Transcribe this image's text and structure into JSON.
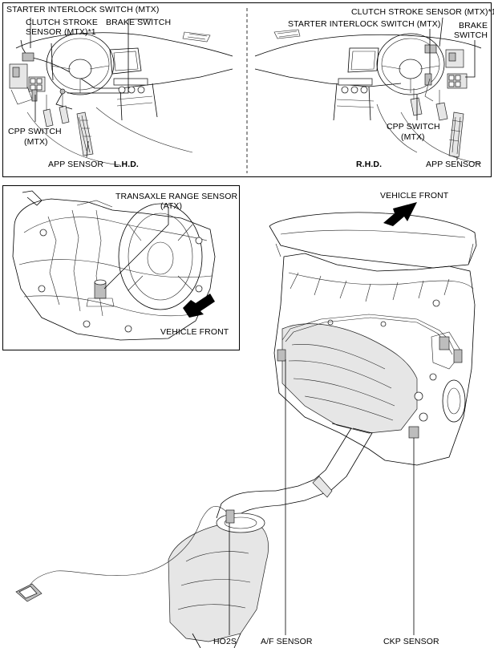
{
  "top_panel": {
    "lhd": {
      "starter_interlock": "STARTER INTERLOCK SWITCH (MTX)",
      "clutch_stroke_line1": "CLUTCH STROKE",
      "clutch_stroke_line2": "SENSOR (MTX)*1",
      "brake_switch": "BRAKE SWITCH",
      "cpp_line1": "CPP SWITCH",
      "cpp_line2": "(MTX)",
      "app_sensor": "APP SENSOR",
      "side_label": "L.H.D."
    },
    "rhd": {
      "clutch_stroke": "CLUTCH STROKE SENSOR (MTX)*1",
      "starter_interlock": "STARTER INTERLOCK SWITCH (MTX)",
      "brake_line1": "BRAKE",
      "brake_line2": "SWITCH",
      "cpp_line1": "CPP SWITCH",
      "cpp_line2": "(MTX)",
      "app_sensor": "APP SENSOR",
      "side_label": "R.H.D."
    }
  },
  "inset_panel": {
    "transaxle_line1": "TRANSAXLE RANGE SENSOR",
    "transaxle_line2": "(ATX)",
    "vehicle_front": "VEHICLE FRONT"
  },
  "engine_view": {
    "vehicle_front": "VEHICLE FRONT",
    "ho2s": "HO2S",
    "af_sensor": "A/F SENSOR",
    "ckp_sensor": "CKP SENSOR"
  }
}
